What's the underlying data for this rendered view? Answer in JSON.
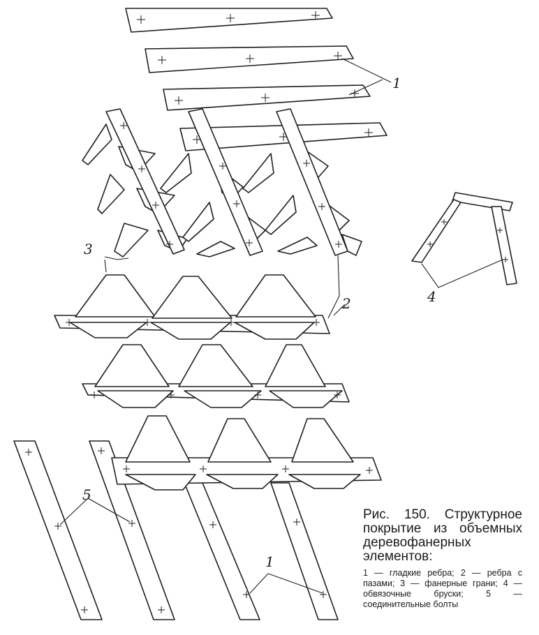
{
  "figure": {
    "caption_title": "Рис. 150. Структурное покрытие из объемных деревофанерных элементов:",
    "caption_legend": "1 — гладкие ребра; 2 — ребра с пазами; 3 — фанерные грани; 4 — обвязочные бруски; 5 — соединительные болты"
  },
  "labels": {
    "smooth_ribs_top": "1",
    "smooth_ribs_bottom": "1",
    "grooved_ribs": "2",
    "plywood_faces": "3",
    "strapping_bars": "4",
    "connecting_bolts": "5"
  }
}
